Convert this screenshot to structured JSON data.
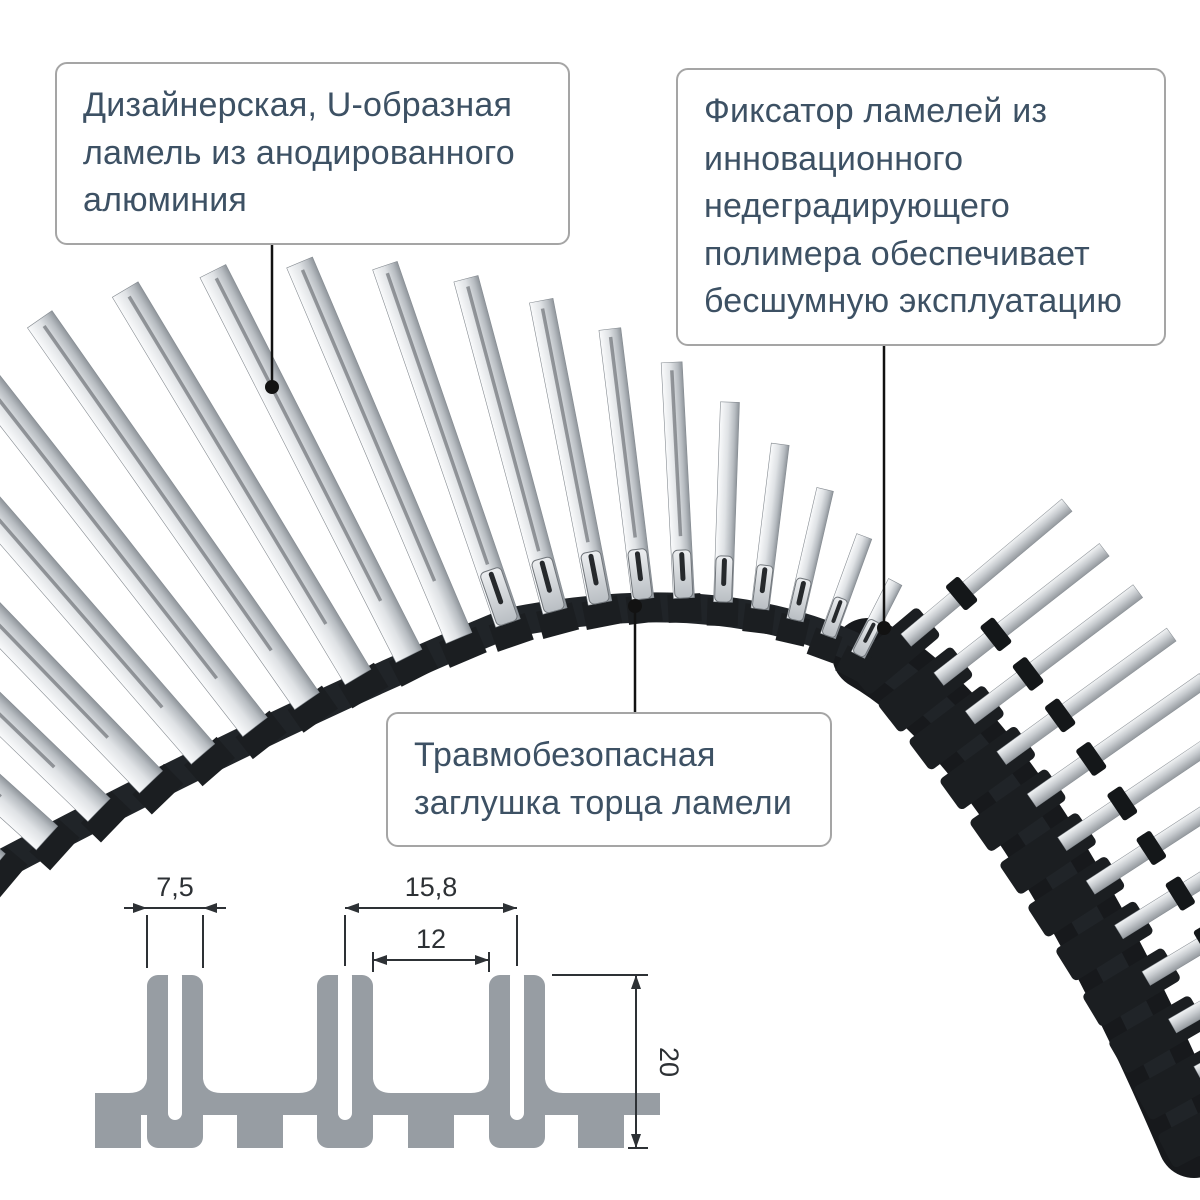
{
  "figure": {
    "title": "Convector decorative roll grille infographic",
    "callouts": [
      {
        "id": "lamella",
        "text": "Дизайнерская, U-образная ламель из анодированного алюминия"
      },
      {
        "id": "fixator",
        "text": "Фиксатор ламелей из инновационного недеградирующего полимера обеспечивает бесшумную эксплуатацию"
      },
      {
        "id": "endcap",
        "text": "Травмобезопасная заглушка торца ламели"
      }
    ],
    "dimensions": {
      "lamella_width": "7,5",
      "pitch": "15,8",
      "gap": "12",
      "height": "20"
    },
    "colors": {
      "background": "#ffffff",
      "callout_text": "#3d5164",
      "callout_border": "#a5a5a5",
      "leader": "#121212",
      "drawing_gray": "#979da3",
      "dimension_ink": "#2d3135",
      "metal_light": "#fafbfc",
      "metal_dark": "#8e949a",
      "polymer_dark": "#1b1e21"
    }
  }
}
